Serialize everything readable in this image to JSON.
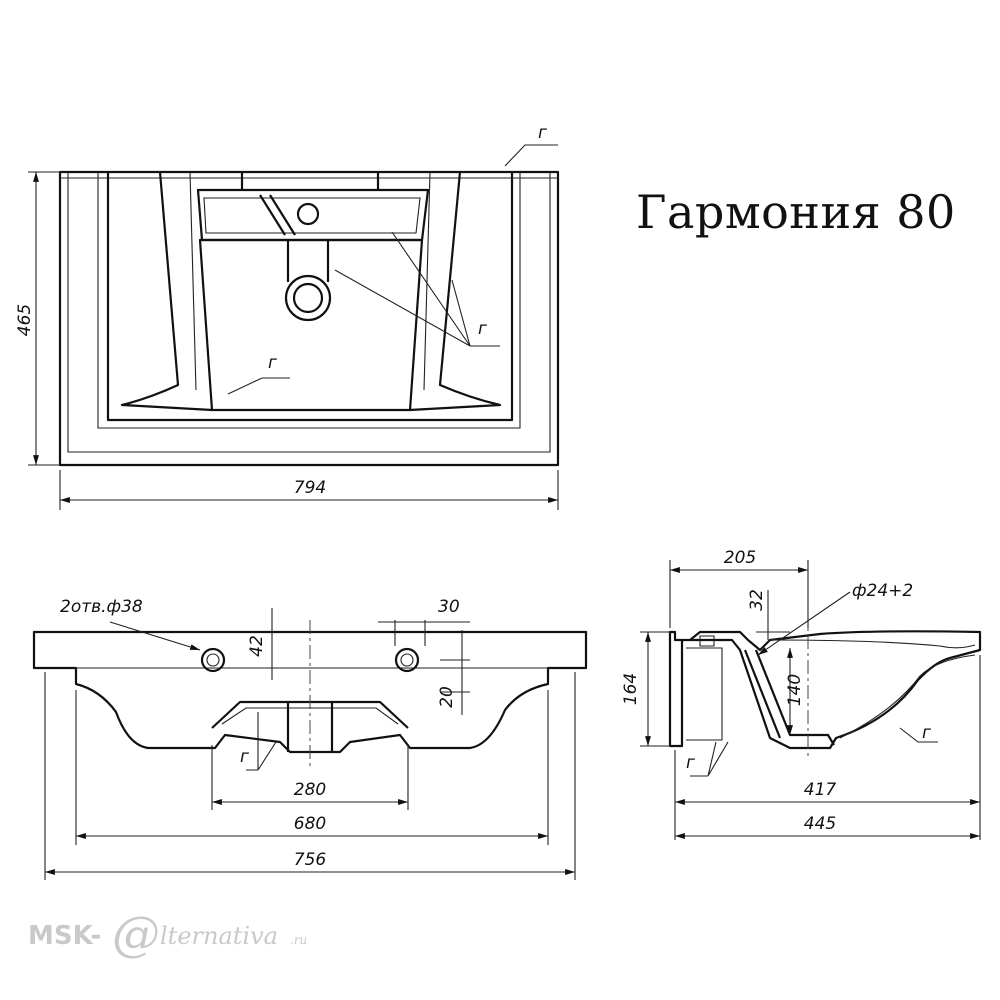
{
  "title": "Гармония 80",
  "top_view": {
    "width": "794",
    "depth": "465",
    "label_g1": "г",
    "label_g2": "г",
    "label_g3": "г"
  },
  "front_view": {
    "holes": "2отв.ф38",
    "hole_offset": "30",
    "hole_height": "42",
    "hole_below": "20",
    "inner": "280",
    "mid": "680",
    "total": "756",
    "label_g": "г"
  },
  "side_view": {
    "top_width": "205",
    "rim": "32",
    "drain": "ф24+2",
    "height": "164",
    "inner_height": "140",
    "bowl": "417",
    "total": "445",
    "label_g1": "г",
    "label_g2": "г"
  },
  "watermark": {
    "brand": "MSK-",
    "at_sign": "@",
    "rest": "lternativa",
    "domain": ".ru"
  }
}
